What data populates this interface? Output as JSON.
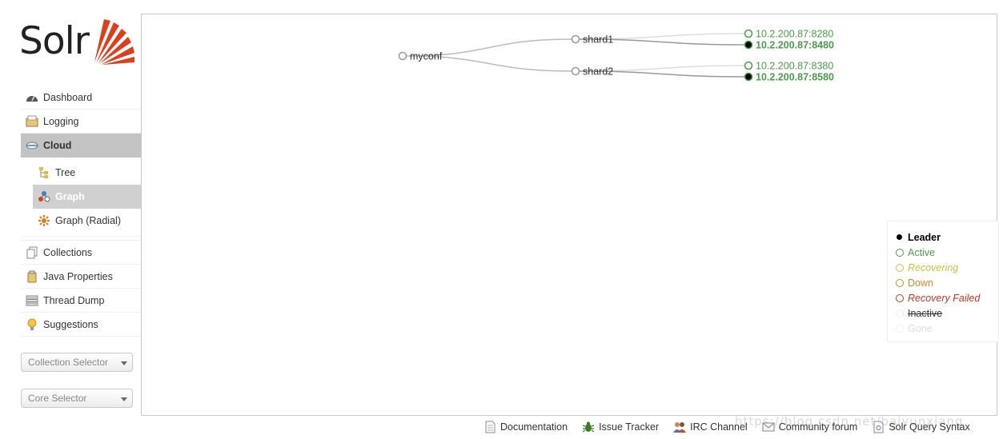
{
  "app": {
    "logo_text": "Solr",
    "brand_color": "#d9411e"
  },
  "sidebar": {
    "items": [
      {
        "id": "dashboard",
        "label": "Dashboard",
        "icon": "dashboard-icon"
      },
      {
        "id": "logging",
        "label": "Logging",
        "icon": "logging-icon"
      },
      {
        "id": "cloud",
        "label": "Cloud",
        "icon": "cloud-icon",
        "active": true
      },
      {
        "id": "collections",
        "label": "Collections",
        "icon": "collections-icon"
      },
      {
        "id": "java-properties",
        "label": "Java Properties",
        "icon": "java-properties-icon"
      },
      {
        "id": "thread-dump",
        "label": "Thread Dump",
        "icon": "thread-dump-icon"
      },
      {
        "id": "suggestions",
        "label": "Suggestions",
        "icon": "suggestions-icon"
      }
    ],
    "cloud_subitems": [
      {
        "id": "tree",
        "label": "Tree",
        "icon": "tree-icon"
      },
      {
        "id": "graph",
        "label": "Graph",
        "icon": "graph-icon",
        "active": true
      },
      {
        "id": "graph-radial",
        "label": "Graph (Radial)",
        "icon": "graph-radial-icon"
      }
    ],
    "collection_selector": {
      "placeholder": "Collection Selector"
    },
    "core_selector": {
      "placeholder": "Core Selector"
    }
  },
  "graph": {
    "collection": "myconf",
    "shards": [
      {
        "name": "shard1",
        "replicas": [
          {
            "address": "10.2.200.87:8280",
            "state": "active",
            "leader": false
          },
          {
            "address": "10.2.200.87:8480",
            "state": "active",
            "leader": true
          }
        ]
      },
      {
        "name": "shard2",
        "replicas": [
          {
            "address": "10.2.200.87:8380",
            "state": "active",
            "leader": false
          },
          {
            "address": "10.2.200.87:8580",
            "state": "active",
            "leader": true
          }
        ]
      }
    ]
  },
  "legend": {
    "items": [
      {
        "label": "Leader",
        "color": "#000000",
        "style": "leader"
      },
      {
        "label": "Active",
        "color": "#4e9a4e",
        "style": "active"
      },
      {
        "label": "Recovering",
        "color": "#c2c24b",
        "style": "recovering"
      },
      {
        "label": "Down",
        "color": "#c48f2c",
        "style": "down"
      },
      {
        "label": "Recovery Failed",
        "color": "#b93a2a",
        "style": "recovery-failed"
      },
      {
        "label": "Inactive",
        "color": "#333333",
        "style": "inactive"
      },
      {
        "label": "Gone",
        "color": "#cccccc",
        "style": "gone"
      }
    ]
  },
  "footer": {
    "links": [
      {
        "label": "Documentation",
        "icon": "documentation-icon"
      },
      {
        "label": "Issue Tracker",
        "icon": "bug-icon"
      },
      {
        "label": "IRC Channel",
        "icon": "irc-people-icon"
      },
      {
        "label": "Community forum",
        "icon": "mail-icon"
      },
      {
        "label": "Solr Query Syntax",
        "icon": "query-syntax-icon"
      }
    ],
    "watermark": "https://blog.csdn.net/baiyunxiang"
  },
  "colors": {
    "active_green": "#4e9a4e",
    "edge": "#bbbbbb",
    "selected_bg": "#c3c3c3"
  }
}
